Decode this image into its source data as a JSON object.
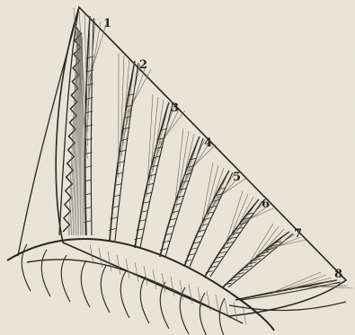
{
  "figure": {
    "ray_labels": [
      "1",
      "2",
      "3",
      "4",
      "5",
      "6",
      "7",
      "8"
    ],
    "colors": {
      "paper": "#ece6d9",
      "ink": "#2a2622",
      "ink_light": "#6b645a"
    }
  }
}
